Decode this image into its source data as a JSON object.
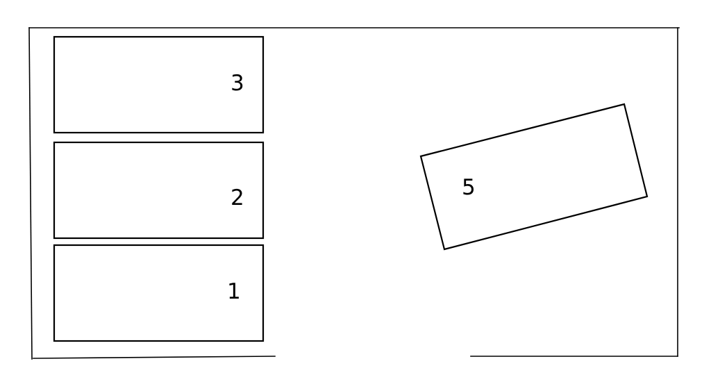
{
  "diagram": {
    "boxes": [
      {
        "id": "3",
        "label": "3"
      },
      {
        "id": "2",
        "label": "2"
      },
      {
        "id": "1",
        "label": "1"
      },
      {
        "id": "5",
        "label": "5"
      }
    ]
  }
}
